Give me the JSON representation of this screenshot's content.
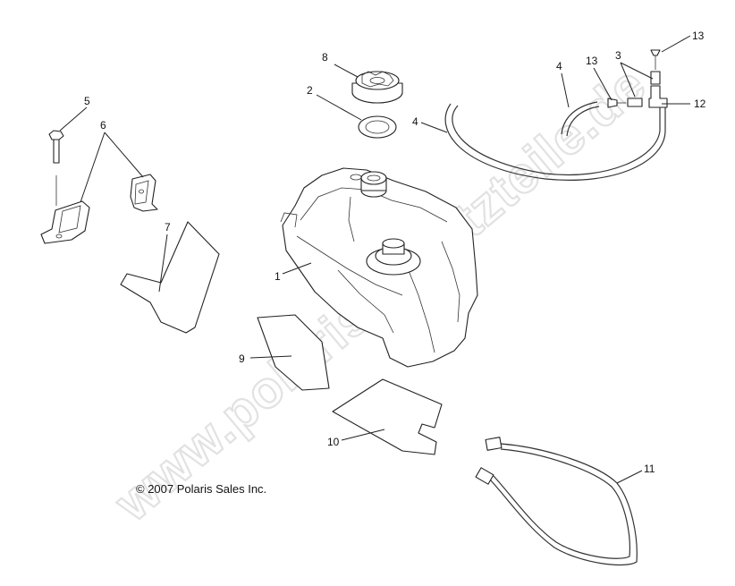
{
  "watermark": "www.polaris-ersatzteile.de",
  "copyright": "© 2007 Polaris Sales Inc.",
  "callouts": [
    {
      "id": "c1",
      "number": "1"
    },
    {
      "id": "c2",
      "number": "2"
    },
    {
      "id": "c3",
      "number": "3"
    },
    {
      "id": "c4a",
      "number": "4"
    },
    {
      "id": "c4b",
      "number": "4"
    },
    {
      "id": "c5",
      "number": "5"
    },
    {
      "id": "c6",
      "number": "6"
    },
    {
      "id": "c7",
      "number": "7"
    },
    {
      "id": "c8",
      "number": "8"
    },
    {
      "id": "c9",
      "number": "9"
    },
    {
      "id": "c10",
      "number": "10"
    },
    {
      "id": "c11",
      "number": "11"
    },
    {
      "id": "c12",
      "number": "12"
    },
    {
      "id": "c13a",
      "number": "13"
    },
    {
      "id": "c13b",
      "number": "13"
    }
  ]
}
